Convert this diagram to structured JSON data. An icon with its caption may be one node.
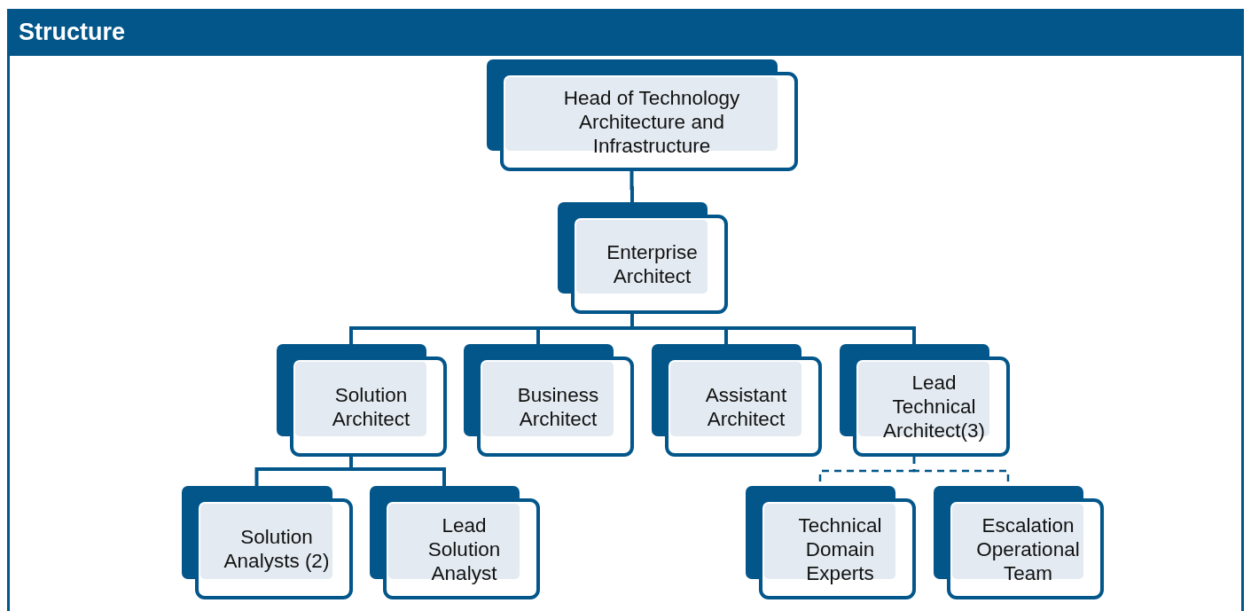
{
  "diagram": {
    "title": "Structure",
    "nodes": [
      {
        "text": [
          "Head of Technology Architecture and Infrastructure"
        ]
      },
      {
        "text": [
          "Enterprise Architect"
        ]
      },
      {
        "text": [
          "Solution Architect"
        ]
      },
      {
        "text": [
          "Business Architect"
        ]
      },
      {
        "text": [
          "Assistant Architect"
        ]
      },
      {
        "text": [
          "Lead Technical Architect(3)"
        ]
      },
      {
        "text": [
          "Solution Analysts (2)"
        ]
      },
      {
        "text": [
          "Lead Solution Analyst"
        ]
      },
      {
        "text": [
          "Technical Domain Experts"
        ]
      },
      {
        "text": [
          "Escalation Operational Team"
        ]
      }
    ],
    "edges": [
      {
        "from": 0,
        "to": 1,
        "arrow": "none"
      },
      {
        "from": 1,
        "to": 2,
        "arrow": "none"
      },
      {
        "from": 1,
        "to": 3,
        "arrow": "none"
      },
      {
        "from": 1,
        "to": 4,
        "arrow": "none"
      },
      {
        "from": 1,
        "to": 5,
        "arrow": "none"
      },
      {
        "from": 2,
        "to": 6,
        "arrow": "none"
      },
      {
        "from": 2,
        "to": 7,
        "arrow": "none"
      },
      {
        "from": 5,
        "to": 8,
        "arrow": "none",
        "style": "dashed"
      },
      {
        "from": 5,
        "to": 9,
        "arrow": "none",
        "style": "dashed"
      }
    ]
  }
}
